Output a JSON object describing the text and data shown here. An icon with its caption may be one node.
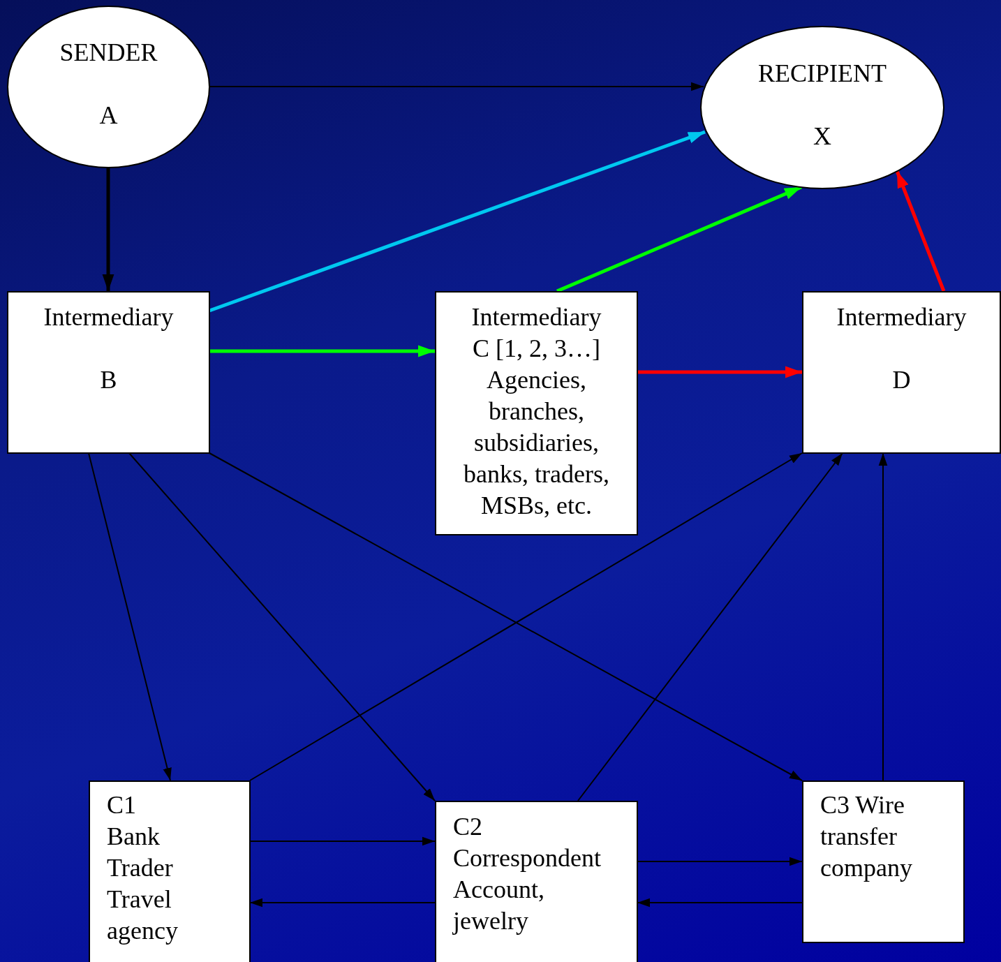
{
  "diagram": {
    "nodes": [
      {
        "text": [
          "SENDER",
          "A"
        ]
      },
      {
        "text": [
          "RECIPIENT",
          "X"
        ]
      },
      {
        "text": [
          "Intermediary",
          "B"
        ]
      },
      {
        "text": [
          "Intermediary C [1, 2, 3…] Agencies, branches, subsidiaries, banks, traders, MSBs, etc."
        ]
      },
      {
        "text": [
          "Intermediary",
          "D"
        ]
      },
      {
        "text": [
          "C1 Bank Trader Travel agency"
        ]
      },
      {
        "text": [
          "C2 Correspondent Account, jewelry"
        ]
      },
      {
        "text": [
          "C3 Wire transfer company"
        ]
      }
    ],
    "edges": [
      {
        "from": 0,
        "to": 1,
        "arrow": "to"
      },
      {
        "from": 0,
        "to": 2,
        "arrow": "to",
        "style": "thick"
      },
      {
        "from": 2,
        "to": 1,
        "arrow": "to",
        "style": "thick",
        "color": "#00c8f0"
      },
      {
        "from": 2,
        "to": 3,
        "arrow": "to",
        "style": "thick",
        "color": "#00ff00"
      },
      {
        "from": 3,
        "to": 1,
        "arrow": "to",
        "style": "thick",
        "color": "#00ff00"
      },
      {
        "from": 3,
        "to": 4,
        "arrow": "to",
        "style": "thick",
        "color": "#ff0000"
      },
      {
        "from": 4,
        "to": 1,
        "arrow": "to",
        "style": "thick",
        "color": "#ff0000"
      },
      {
        "from": 2,
        "to": 5,
        "arrow": "to"
      },
      {
        "from": 2,
        "to": 6,
        "arrow": "to"
      },
      {
        "from": 2,
        "to": 7,
        "arrow": "to"
      },
      {
        "from": 5,
        "to": 4,
        "arrow": "to"
      },
      {
        "from": 6,
        "to": 4,
        "arrow": "to"
      },
      {
        "from": 7,
        "to": 4,
        "arrow": "to"
      },
      {
        "from": 5,
        "to": 6,
        "arrow": "to"
      },
      {
        "from": 6,
        "to": 5,
        "arrow": "to"
      },
      {
        "from": 6,
        "to": 7,
        "arrow": "to"
      },
      {
        "from": 7,
        "to": 6,
        "arrow": "to"
      }
    ]
  }
}
